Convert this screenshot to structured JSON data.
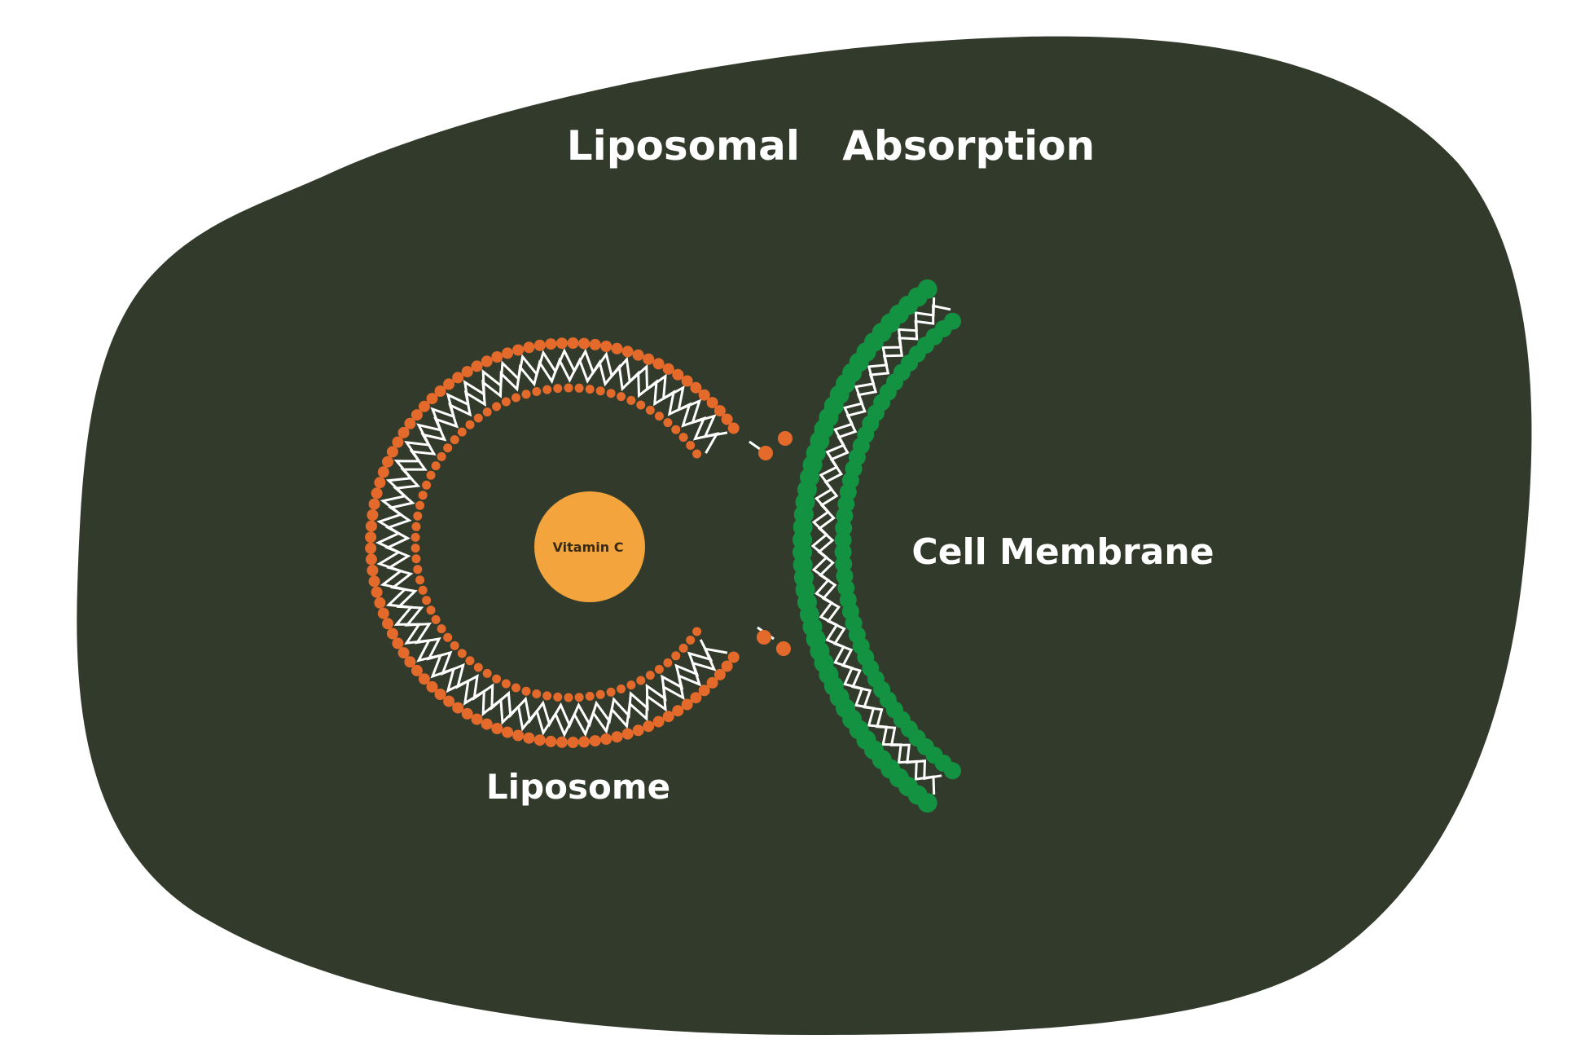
{
  "diagram": {
    "title": "Liposomal   Absorption",
    "labels": {
      "core": "Vitamin C",
      "membrane": "Cell Membrane",
      "liposome": "Liposome"
    }
  },
  "colors": {
    "page_background": "#ffffff",
    "blob": "#323b2b",
    "text": "#ffffff",
    "liposome_heads": "#e46a2b",
    "membrane_heads": "#139242",
    "tails": "#ffffff",
    "vitamin_core": "#f3a43c",
    "core_text": "#3a2a10"
  }
}
